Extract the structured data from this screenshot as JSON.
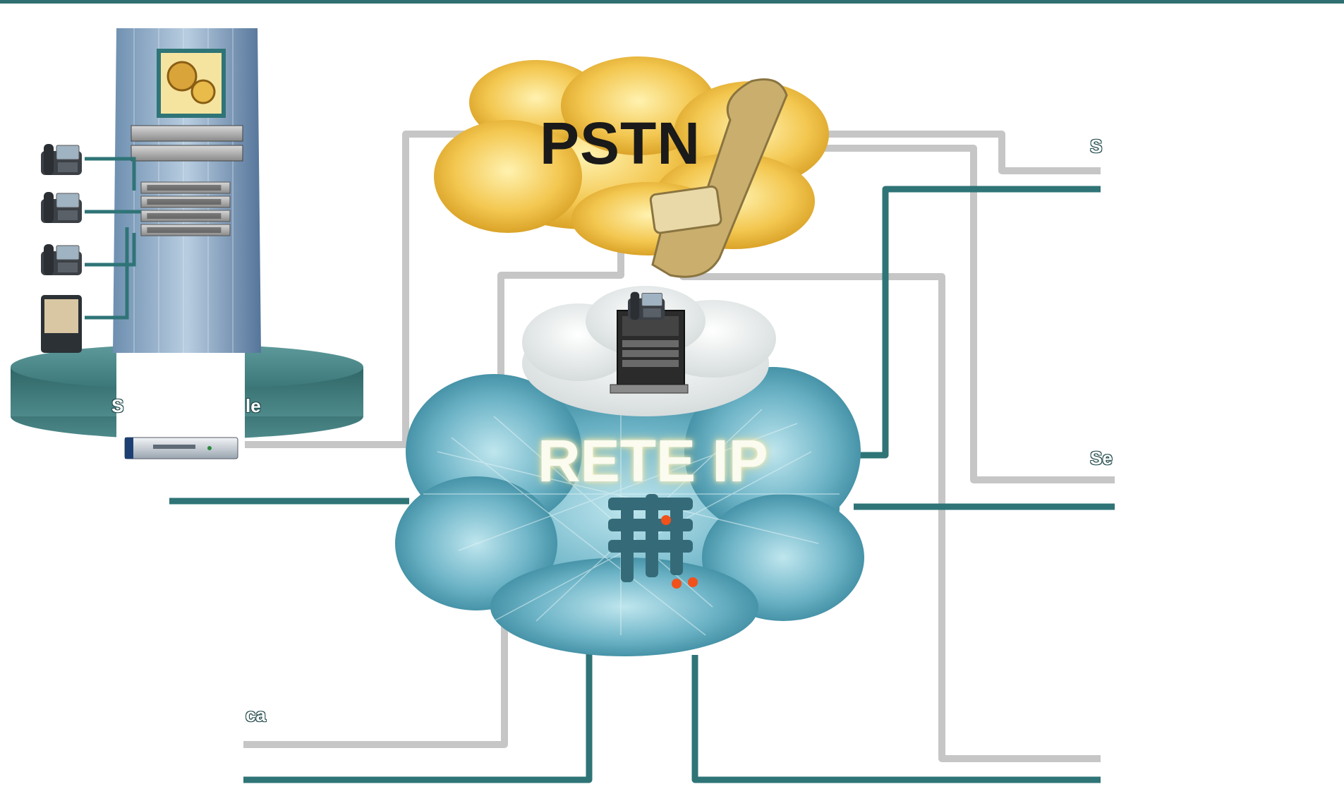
{
  "clouds": {
    "pstn": {
      "label": "PSTN"
    },
    "ip_network": {
      "label": "RETE IP"
    }
  },
  "sites": {
    "headquarters": {
      "label_parts": [
        "S",
        "le"
      ]
    },
    "factory": {
      "label_parts": [
        "ca"
      ]
    },
    "branch_top_right": {
      "label_parts": [
        "S"
      ]
    },
    "branch_mid_right": {
      "label_parts": [
        "Se"
      ]
    }
  },
  "colors": {
    "teal_link": "#2f7477",
    "gray_link": "#c8c8c8",
    "pedestal": "#3f7f80",
    "pstn_cloud": "#f0c24a",
    "ip_cloud": "#5aa5b8"
  }
}
